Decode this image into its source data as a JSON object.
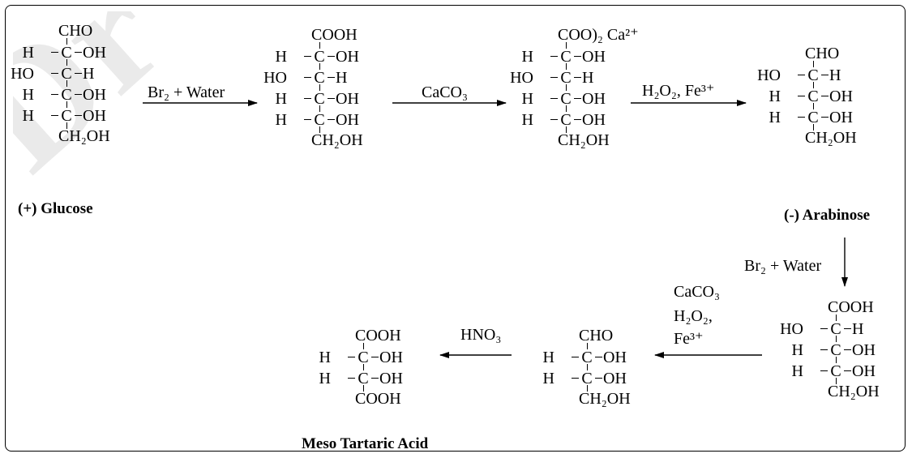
{
  "compounds": [
    {
      "id": "glucose",
      "top": "CHO",
      "bottom": "CH₂OH",
      "rows": [
        [
          "H",
          "OH"
        ],
        [
          "HO",
          "H"
        ],
        [
          "H",
          "OH"
        ],
        [
          "H",
          "OH"
        ]
      ],
      "name": "(+) Glucose"
    },
    {
      "id": "gluconic-acid",
      "top": "COOH",
      "bottom": "CH₂OH",
      "rows": [
        [
          "H",
          "OH"
        ],
        [
          "HO",
          "H"
        ],
        [
          "H",
          "OH"
        ],
        [
          "H",
          "OH"
        ]
      ],
      "name": ""
    },
    {
      "id": "calcium-gluconate",
      "top": "COO)₂ Ca²⁺",
      "bottom": "CH₂OH",
      "rows": [
        [
          "H",
          "OH"
        ],
        [
          "HO",
          "H"
        ],
        [
          "H",
          "OH"
        ],
        [
          "H",
          "OH"
        ]
      ],
      "name": ""
    },
    {
      "id": "arabinose",
      "top": "CHO",
      "bottom": "CH₂OH",
      "rows": [
        [
          "HO",
          "H"
        ],
        [
          "H",
          "OH"
        ],
        [
          "H",
          "OH"
        ]
      ],
      "name": "(-) Arabinose"
    },
    {
      "id": "arabinonic-acid",
      "top": "COOH",
      "bottom": "CH₂OH",
      "rows": [
        [
          "HO",
          "H"
        ],
        [
          "H",
          "OH"
        ],
        [
          "H",
          "OH"
        ]
      ],
      "name": ""
    },
    {
      "id": "erythrose",
      "top": "CHO",
      "bottom": "CH₂OH",
      "rows": [
        [
          "H",
          "OH"
        ],
        [
          "H",
          "OH"
        ]
      ],
      "name": ""
    },
    {
      "id": "meso-tartaric-acid",
      "top": "COOH",
      "bottom": "COOH",
      "rows": [
        [
          "H",
          "OH"
        ],
        [
          "H",
          "OH"
        ]
      ],
      "name": "Meso Tartaric Acid"
    }
  ],
  "reagents": {
    "r1": "Br₂ + Water",
    "r2": "CaCO₃",
    "r3": "H₂O₂, Fe³⁺",
    "r4": "Br₂ + Water",
    "r5_line1": "CaCO₃",
    "r5_line2": "H₂O₂,",
    "r5_line3": "Fe³⁺",
    "r6": "HNO₃"
  },
  "center_atom": "C",
  "watermark": "Dr",
  "colors": {
    "ink": "#000000",
    "watermark": "#d9d9d9"
  }
}
